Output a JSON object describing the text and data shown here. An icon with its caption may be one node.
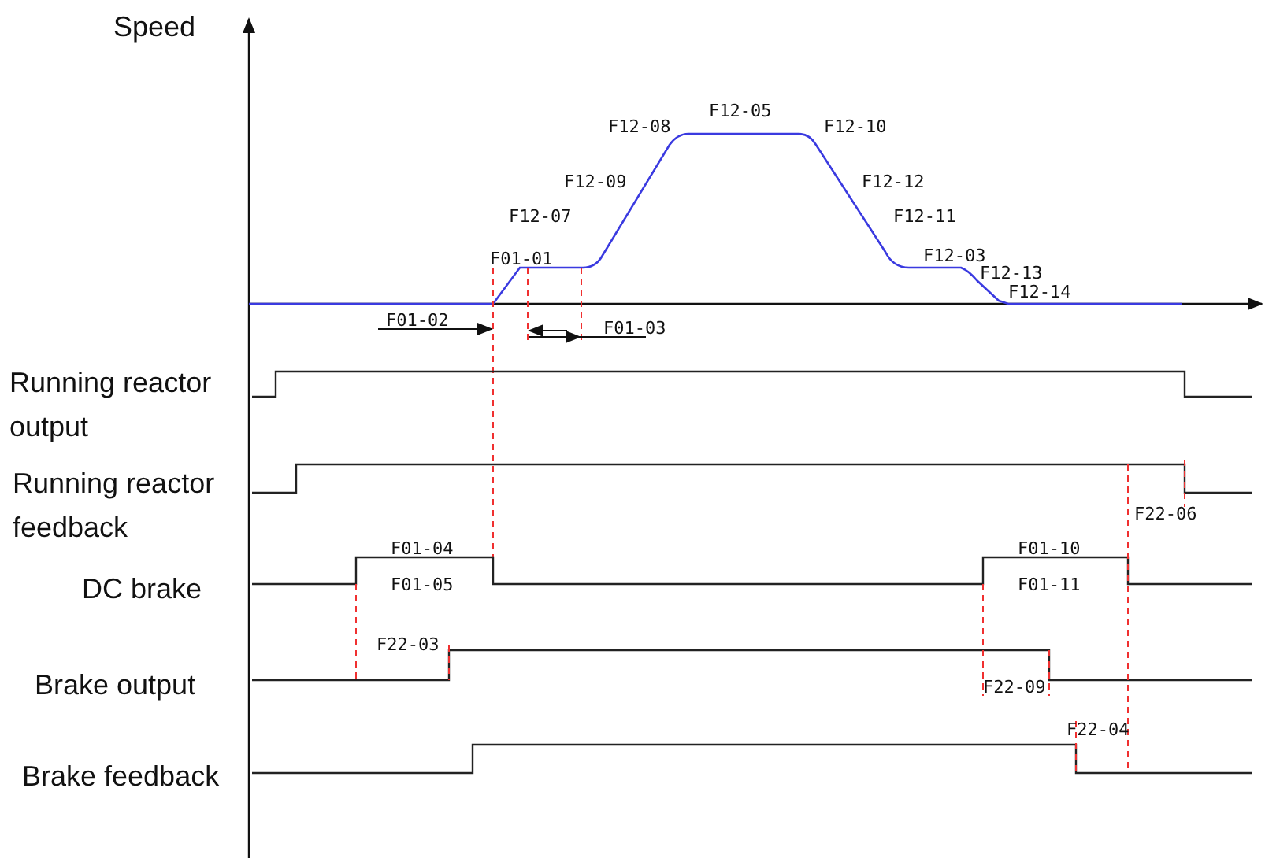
{
  "diagram": {
    "labels": [
      "Speed",
      "F12-05",
      "F12-08",
      "F12-10",
      "F12-09",
      "F12-12",
      "F12-07",
      "F12-11",
      "F01-01",
      "F12-03",
      "F12-13",
      "F12-14",
      "F01-02",
      "F01-03",
      "Running reactor output",
      "Running reactor feedback",
      "F22-06",
      "F01-04",
      "F01-10",
      "DC brake",
      "F01-05",
      "F01-11",
      "F22-03",
      "Brake output",
      "F22-09",
      "F22-04",
      "Brake feedback"
    ]
  }
}
